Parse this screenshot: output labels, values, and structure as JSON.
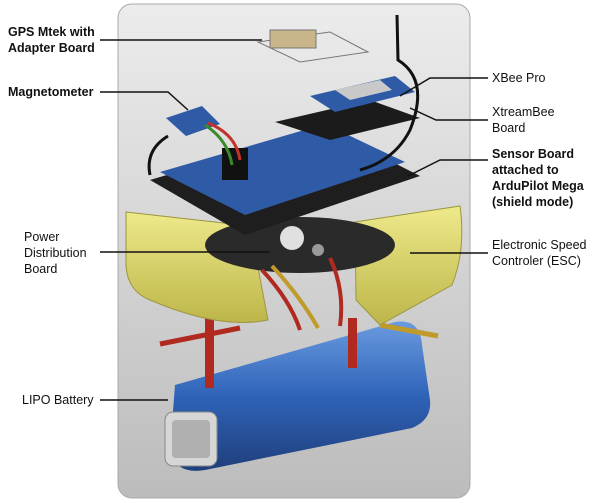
{
  "labels": {
    "gps": {
      "lines": [
        "GPS Mtek with",
        "Adapter Board"
      ],
      "bold": true
    },
    "magnetometer": {
      "lines": [
        "Magnetometer"
      ],
      "bold": true
    },
    "power": {
      "lines": [
        "Power",
        "Distribution",
        "Board"
      ],
      "bold": false
    },
    "lipo": {
      "lines": [
        "LIPO Battery"
      ],
      "bold": false
    },
    "xbee": {
      "lines": [
        "XBee Pro"
      ],
      "bold": false
    },
    "xtream": {
      "lines": [
        "XtreamBee",
        "Board"
      ],
      "bold": false
    },
    "sensor": {
      "lines": [
        "Sensor Board",
        "attached to",
        "ArduPilot Mega",
        "(shield mode)"
      ],
      "bold": true
    },
    "esc": {
      "lines": [
        "Electronic Speed",
        "Controler (ESC)"
      ],
      "bold": false
    }
  },
  "colors": {
    "panel_top": "#e6e6e6",
    "panel_bottom": "#bdbdbd",
    "esc_yellow": "#d9d35a",
    "board_blue": "#2f5aa6",
    "battery_blue": "#2f63b8",
    "pcb_black": "#1e1e1e",
    "leader_line": "#111111"
  }
}
